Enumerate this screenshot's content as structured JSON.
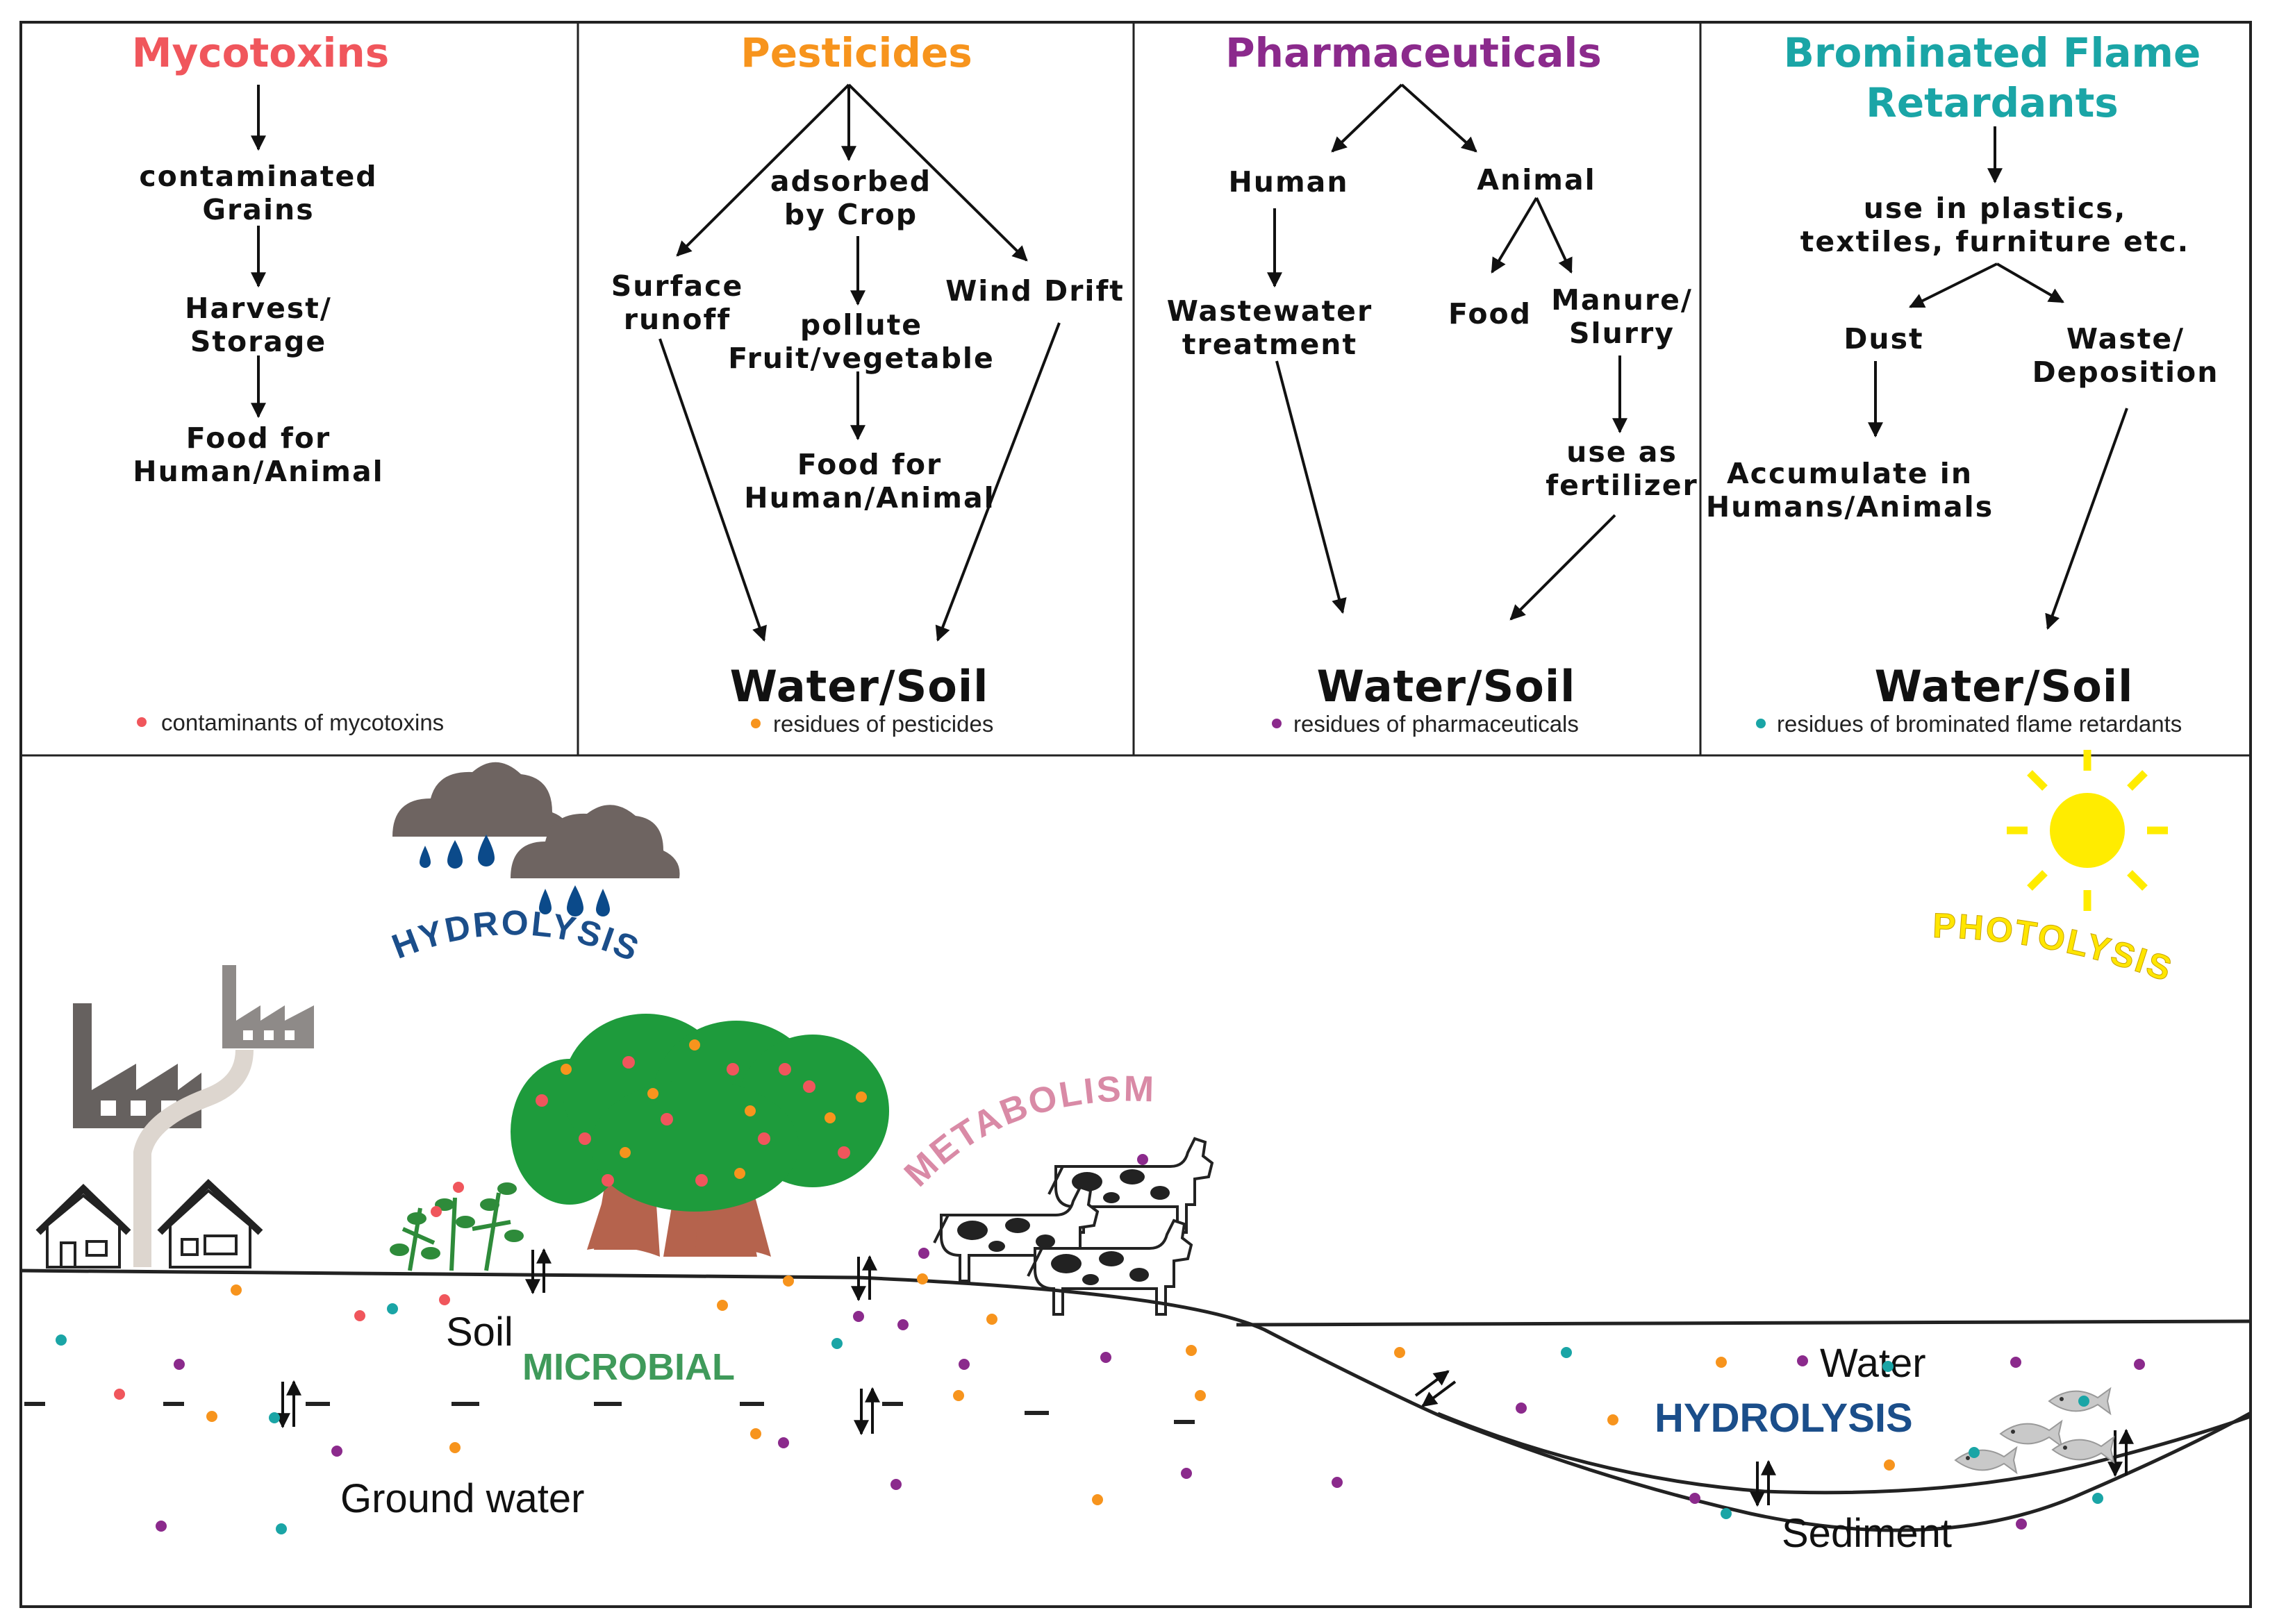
{
  "colors": {
    "mycotoxins": "#f0565c",
    "pesticides": "#f7941d",
    "pharmaceuticals": "#8b2a8c",
    "bfr": "#1aa5a6",
    "hydrolysis": "#1b4e8a",
    "microbial": "#3f9a5a",
    "metabolism": "#d98aa6",
    "photolysis": "#ffe600",
    "sun": "#ffec00",
    "cloud": "#6e6461",
    "raindrop": "#0b4a8a",
    "tree_foliage": "#1e9b3c",
    "trunk": "#b5634d",
    "factory_dark": "#66615f",
    "factory_light": "#8e8a88"
  },
  "panels": [
    {
      "title": "Mycotoxins",
      "steps": [
        "contaminated Grains",
        "Harvest/ Storage",
        "Food for Human/Animal"
      ],
      "legend": "contaminants of mycotoxins"
    },
    {
      "title": "Pesticides",
      "steps": [
        "adsorbed by Crop",
        "Surface runoff",
        "Wind Drift",
        "pollute Fruit/vegetable",
        "Food for Human/Animal"
      ],
      "destination": "Water/Soil",
      "legend": "residues of pesticides"
    },
    {
      "title": "Pharmaceuticals",
      "steps": [
        "Human",
        "Animal",
        "Wastewater treatment",
        "Food",
        "Manure/ Slurry",
        "use as fertilizer"
      ],
      "destination": "Water/Soil",
      "legend": "residues of pharmaceuticals"
    },
    {
      "title": "Brominated Flame Retardants",
      "steps": [
        "use in plastics, textiles, furniture etc.",
        "Dust",
        "Waste/ Deposition",
        "Accumulate in Humans/Animals"
      ],
      "destination": "Water/Soil",
      "legend": "residues of brominated flame retardants"
    }
  ],
  "scene": {
    "hydrolysis_air": "HYDROLYSIS",
    "photolysis": "PHOTOLYSIS",
    "metabolism": "METABOLISM",
    "microbial": "MICROBIAL",
    "hydrolysis_water": "HYDROLYSIS",
    "soil": "Soil",
    "ground_water": "Ground water",
    "water": "Water",
    "sediment": "Sediment"
  }
}
